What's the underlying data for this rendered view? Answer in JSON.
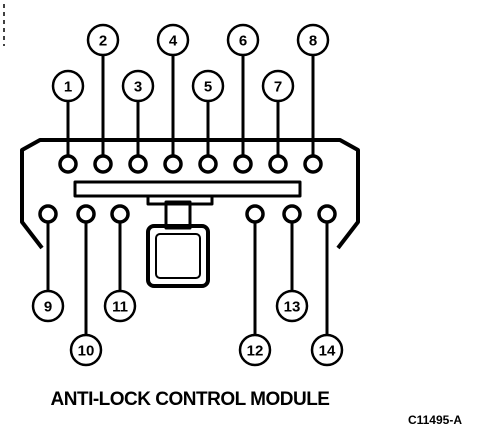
{
  "diagram": {
    "title": "ANTI-LOCK CONTROL MODULE",
    "figure_ref": "C11495-A",
    "pins": [
      {
        "id": "1",
        "row": "top"
      },
      {
        "id": "2",
        "row": "top"
      },
      {
        "id": "3",
        "row": "top"
      },
      {
        "id": "4",
        "row": "top"
      },
      {
        "id": "5",
        "row": "top"
      },
      {
        "id": "6",
        "row": "top"
      },
      {
        "id": "7",
        "row": "top"
      },
      {
        "id": "8",
        "row": "top"
      },
      {
        "id": "9",
        "row": "bottom"
      },
      {
        "id": "10",
        "row": "bottom"
      },
      {
        "id": "11",
        "row": "bottom"
      },
      {
        "id": "12",
        "row": "bottom"
      },
      {
        "id": "13",
        "row": "bottom"
      },
      {
        "id": "14",
        "row": "bottom"
      }
    ]
  }
}
